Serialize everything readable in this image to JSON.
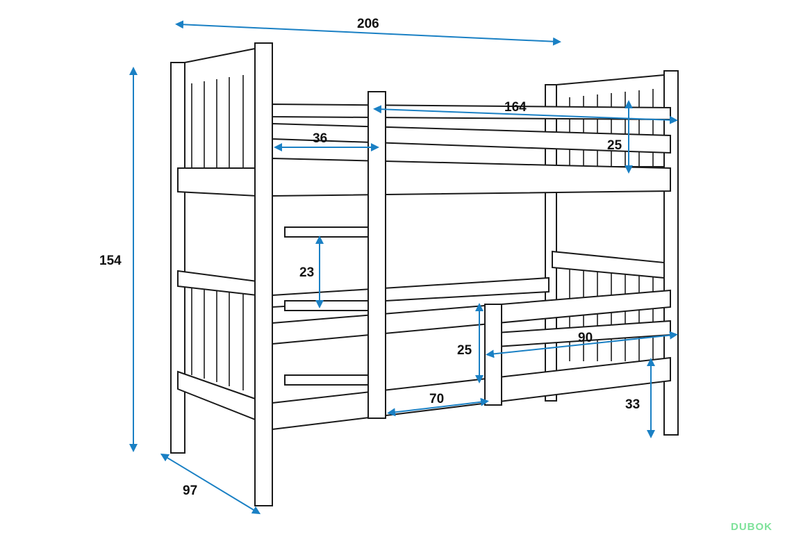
{
  "title": "Bunk bed dimensions diagram",
  "dimensions": {
    "total_length": "206",
    "total_height": "154",
    "depth": "97",
    "inner_length": "164",
    "ladder_gap": "36",
    "top_rail_height": "25",
    "ladder_step": "23",
    "bottom_rail_height": "25",
    "bottom_rail_length": "90",
    "entry_gap": "70",
    "floor_clearance": "33"
  },
  "colors": {
    "arrow": "#1a80c4",
    "line": "#1a1a1a",
    "logo": "#7ee29a"
  },
  "logo": {
    "text": "DUBOK"
  }
}
